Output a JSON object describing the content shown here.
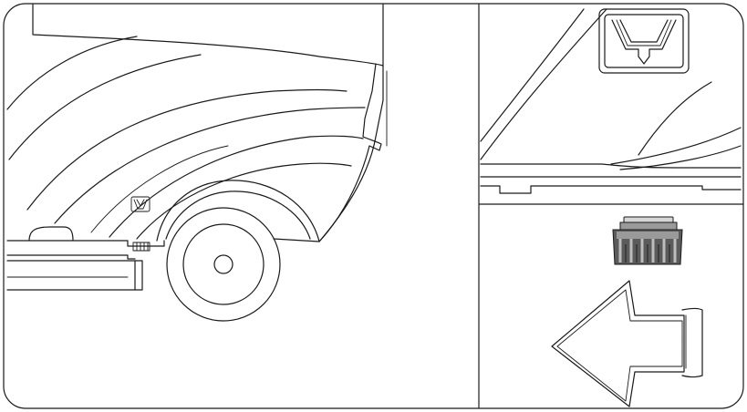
{
  "figure": {
    "panels": [
      {
        "name": "vehicle-side-view"
      },
      {
        "name": "marker-detail"
      },
      {
        "name": "plug-removal"
      }
    ],
    "icons": [
      "lift-point-symbol-icon",
      "drain-plug-icon",
      "left-arrow-icon"
    ],
    "colors": {
      "line": "#1a1a1a",
      "plug_gray": "#9a9a9a",
      "plug_dark": "#5b5b5b",
      "background": "#ffffff"
    }
  }
}
